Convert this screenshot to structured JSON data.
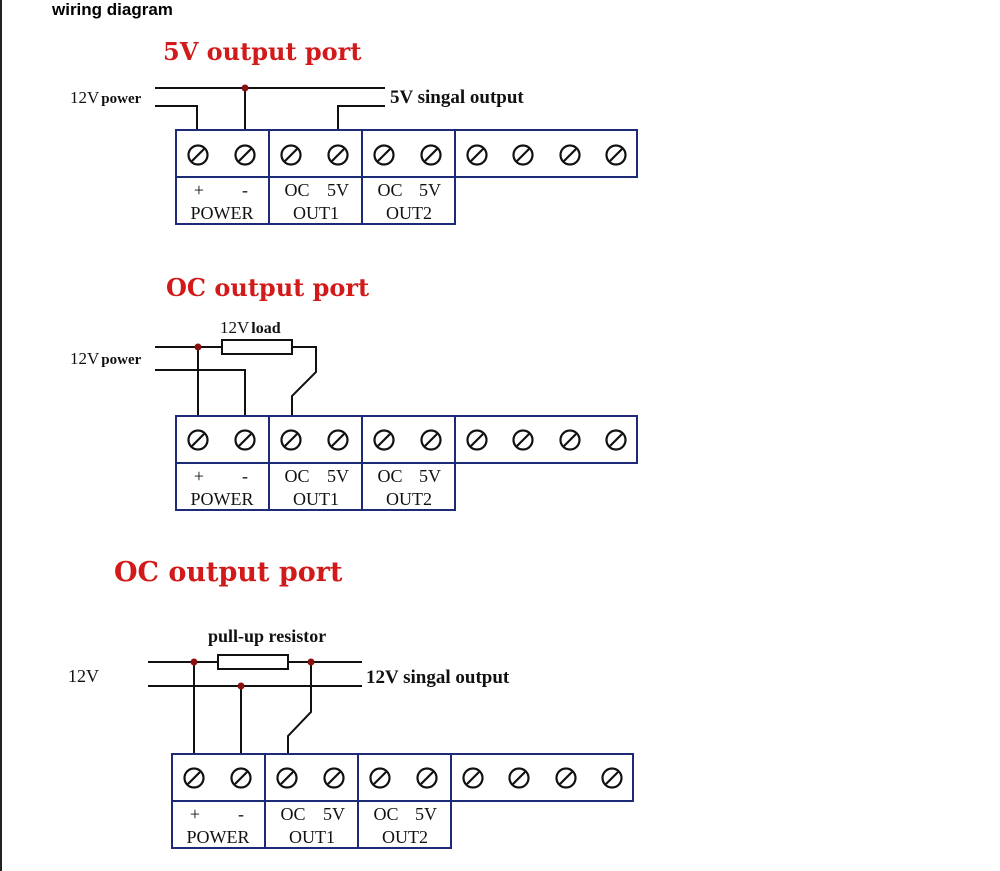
{
  "page_heading": "wiring diagram",
  "diagrams": [
    {
      "title": "5V output port",
      "power_label_prefix": "12V",
      "power_label_suffix": "power",
      "output_label": "5V singal output",
      "terminal": {
        "plus": "+",
        "minus": "-",
        "power": "POWER",
        "oc1": "OC",
        "v1": "5V",
        "out1": "OUT1",
        "oc2": "OC",
        "v2": "5V",
        "out2": "OUT2"
      }
    },
    {
      "title": "OC output port",
      "power_label_prefix": "12V",
      "power_label_suffix": "power",
      "load_label_prefix": "12V",
      "load_label_suffix": "load",
      "terminal": {
        "plus": "+",
        "minus": "-",
        "power": "POWER",
        "oc1": "OC",
        "v1": "5V",
        "out1": "OUT1",
        "oc2": "OC",
        "v2": "5V",
        "out2": "OUT2"
      }
    },
    {
      "title": "OC output port",
      "supply_label": "12V",
      "resistor_label": "pull-up resistor",
      "output_label": "12V singal output",
      "terminal": {
        "plus": "+",
        "minus": "-",
        "power": "POWER",
        "oc1": "OC",
        "v1": "5V",
        "out1": "OUT1",
        "oc2": "OC",
        "v2": "5V",
        "out2": "OUT2"
      }
    }
  ],
  "colors": {
    "title_red": "#d21a1a",
    "terminal_outline": "#1c2a78",
    "junction": "#8a1010"
  }
}
